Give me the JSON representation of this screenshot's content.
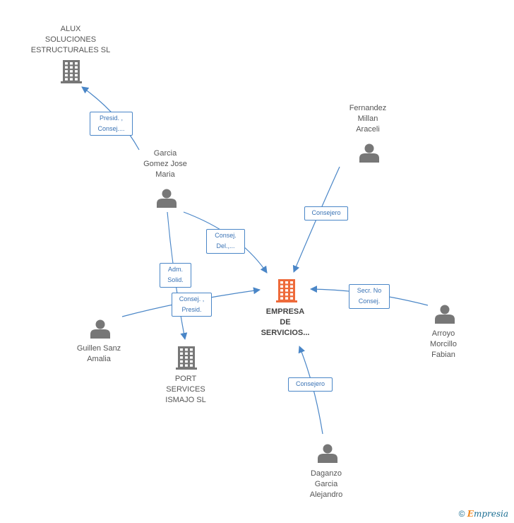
{
  "colors": {
    "edge": "#4a86c7",
    "node_icon": "#777777",
    "center_icon": "#ee6a3a"
  },
  "nodes": [
    {
      "id": "alux",
      "type": "company",
      "label_lines": [
        "ALUX",
        "SOLUCIONES",
        "ESTRUCTURALES SL"
      ]
    },
    {
      "id": "garcia",
      "type": "person",
      "label_lines": [
        "Garcia",
        "Gomez Jose",
        "Maria"
      ]
    },
    {
      "id": "fernandez",
      "type": "person",
      "label_lines": [
        "Fernandez",
        "Millan",
        "Araceli"
      ]
    },
    {
      "id": "empresa",
      "type": "company-center",
      "label_lines": [
        "EMPRESA",
        "DE",
        "SERVICIOS..."
      ]
    },
    {
      "id": "arroyo",
      "type": "person",
      "label_lines": [
        "Arroyo",
        "Morcillo",
        "Fabian"
      ]
    },
    {
      "id": "guillen",
      "type": "person",
      "label_lines": [
        "Guillen Sanz",
        "Amalia"
      ]
    },
    {
      "id": "port",
      "type": "company",
      "label_lines": [
        "PORT",
        "SERVICES",
        "ISMAJO SL"
      ]
    },
    {
      "id": "daganzo",
      "type": "person",
      "label_lines": [
        "Daganzo",
        "Garcia",
        "Alejandro"
      ]
    }
  ],
  "edges": [
    {
      "from": "garcia",
      "to": "alux",
      "label_lines": [
        "Presid. ,",
        "Consej...."
      ]
    },
    {
      "from": "fernandez",
      "to": "empresa",
      "label_lines": [
        "Consejero"
      ]
    },
    {
      "from": "garcia",
      "to": "empresa",
      "label_lines": [
        "Consej.",
        "Del.,..."
      ]
    },
    {
      "from": "garcia",
      "to": "port",
      "label_lines": [
        "Adm.",
        "Solid."
      ]
    },
    {
      "from": "guillen",
      "to": "empresa",
      "label_lines": [
        "Consej. ,",
        "Presid."
      ]
    },
    {
      "from": "arroyo",
      "to": "empresa",
      "label_lines": [
        "Secr.  No",
        "Consej."
      ]
    },
    {
      "from": "daganzo",
      "to": "empresa",
      "label_lines": [
        "Consejero"
      ]
    }
  ],
  "copyright": {
    "symbol": "©",
    "brand_initial": "E",
    "brand_rest": "mpresia"
  }
}
